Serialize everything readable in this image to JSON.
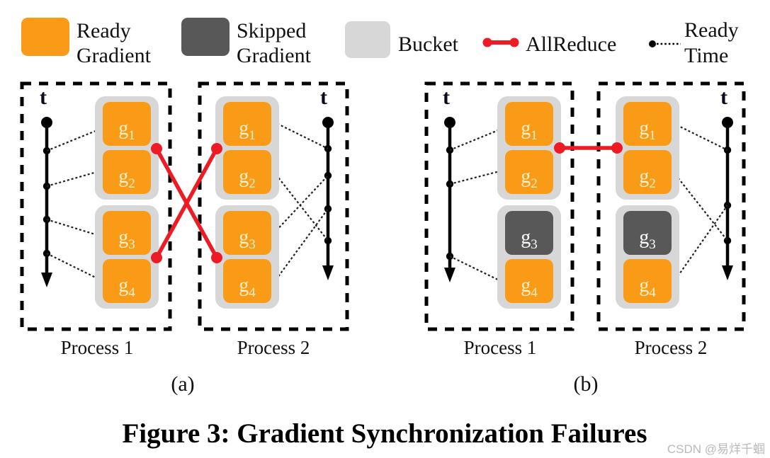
{
  "figure": {
    "caption": "Figure 3: Gradient Synchronization Failures",
    "watermark": "CSDN @易烊千蝈"
  },
  "colors": {
    "ready_gradient": "#F99B16",
    "skipped_gradient": "#585858",
    "bucket": "#D7D7D7",
    "allreduce": "#ED1C24",
    "timeline": "#000000",
    "panel_border": "#000000",
    "gradient_label": "#FFF1C9"
  },
  "legend": {
    "items": [
      {
        "id": "ready-gradient",
        "swatch": "ready_gradient",
        "type": "swatch",
        "line1": "Ready",
        "line2": "Gradient"
      },
      {
        "id": "skipped-gradient",
        "swatch": "skipped_gradient",
        "type": "swatch",
        "line1": "Skipped",
        "line2": "Gradient"
      },
      {
        "id": "bucket",
        "swatch": "bucket",
        "type": "swatch",
        "line1": "Bucket",
        "line2": ""
      },
      {
        "id": "allreduce",
        "swatch": "allreduce",
        "type": "dumbbell",
        "line1": "AllReduce",
        "line2": ""
      },
      {
        "id": "ready-time",
        "swatch": "timeline",
        "type": "dotted",
        "line1": "Ready",
        "line2": "Time"
      }
    ]
  },
  "panels": [
    {
      "id": "a",
      "sublabel": "(a)",
      "processes": [
        {
          "id": "a-p1",
          "name": "Process 1",
          "timeline_label": "t",
          "timeline_side": "left",
          "timeline_marks": 4,
          "buckets": [
            {
              "id": "a-p1-bucket-1",
              "gradients": [
                {
                  "label": "g",
                  "sub": "1",
                  "state": "ready"
                },
                {
                  "label": "g",
                  "sub": "2",
                  "state": "ready"
                }
              ]
            },
            {
              "id": "a-p1-bucket-2",
              "gradients": [
                {
                  "label": "g",
                  "sub": "3",
                  "state": "ready"
                },
                {
                  "label": "g",
                  "sub": "4",
                  "state": "ready"
                }
              ]
            }
          ]
        },
        {
          "id": "a-p2",
          "name": "Process 2",
          "timeline_label": "t",
          "timeline_side": "right",
          "timeline_marks": 4,
          "buckets": [
            {
              "id": "a-p2-bucket-1",
              "gradients": [
                {
                  "label": "g",
                  "sub": "1",
                  "state": "ready"
                },
                {
                  "label": "g",
                  "sub": "2",
                  "state": "ready"
                }
              ]
            },
            {
              "id": "a-p2-bucket-2",
              "gradients": [
                {
                  "label": "g",
                  "sub": "3",
                  "state": "ready"
                },
                {
                  "label": "g",
                  "sub": "4",
                  "state": "ready"
                }
              ]
            }
          ]
        }
      ],
      "allreduce_links": [
        {
          "id": "a-link-cross-1",
          "from": "p1-bucket-1",
          "to": "p2-bucket-2"
        },
        {
          "id": "a-link-cross-2",
          "from": "p1-bucket-2",
          "to": "p2-bucket-1"
        }
      ]
    },
    {
      "id": "b",
      "sublabel": "(b)",
      "processes": [
        {
          "id": "b-p1",
          "name": "Process 1",
          "timeline_label": "t",
          "timeline_side": "left",
          "timeline_marks": 3,
          "buckets": [
            {
              "id": "b-p1-bucket-1",
              "gradients": [
                {
                  "label": "g",
                  "sub": "1",
                  "state": "ready"
                },
                {
                  "label": "g",
                  "sub": "2",
                  "state": "ready"
                }
              ]
            },
            {
              "id": "b-p1-bucket-2",
              "gradients": [
                {
                  "label": "g",
                  "sub": "3",
                  "state": "skipped"
                },
                {
                  "label": "g",
                  "sub": "4",
                  "state": "ready"
                }
              ]
            }
          ]
        },
        {
          "id": "b-p2",
          "name": "Process 2",
          "timeline_label": "t",
          "timeline_side": "right",
          "timeline_marks": 3,
          "buckets": [
            {
              "id": "b-p2-bucket-1",
              "gradients": [
                {
                  "label": "g",
                  "sub": "1",
                  "state": "ready"
                },
                {
                  "label": "g",
                  "sub": "2",
                  "state": "ready"
                }
              ]
            },
            {
              "id": "b-p2-bucket-2",
              "gradients": [
                {
                  "label": "g",
                  "sub": "3",
                  "state": "skipped"
                },
                {
                  "label": "g",
                  "sub": "4",
                  "state": "ready"
                }
              ]
            }
          ]
        }
      ],
      "allreduce_links": [
        {
          "id": "b-link-straight",
          "from": "p1-bucket-1",
          "to": "p2-bucket-1"
        }
      ]
    }
  ]
}
